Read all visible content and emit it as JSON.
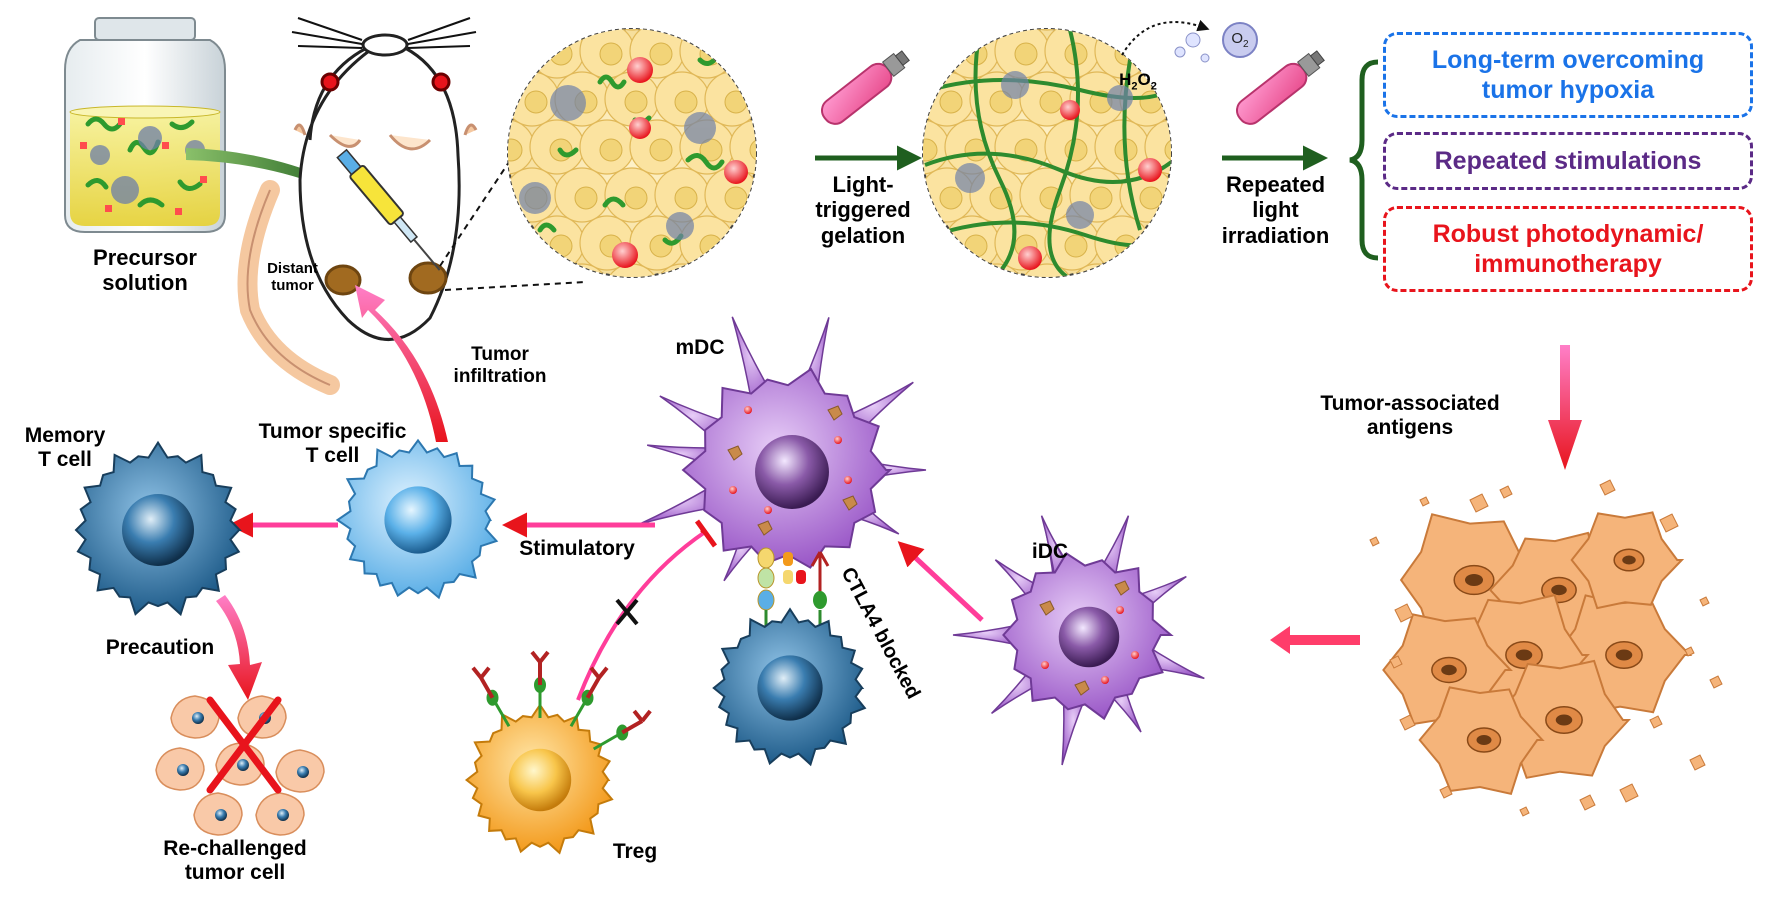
{
  "labels": {
    "precursor": [
      "Precursor",
      "solution"
    ],
    "distant": [
      "Distant",
      "tumor"
    ],
    "light_triggered": [
      "Light-",
      "triggered",
      "gelation"
    ],
    "repeated": [
      "Repeated",
      "light",
      "irradiation"
    ],
    "h2o2": "H2O2",
    "o2": "O2",
    "tumor_infiltration": [
      "Tumor",
      "infiltration"
    ],
    "mdc": "mDC",
    "memory": [
      "Memory",
      "T cell"
    ],
    "tumor_specific": [
      "Tumor specific",
      "T cell"
    ],
    "stimulatory": "Stimulatory",
    "ctla4": "CTLA4 blocked",
    "idc": "iDC",
    "tumor_antigens": [
      "Tumor-associated",
      "antigens"
    ],
    "precaution": "Precaution",
    "rechallenged": [
      "Re-challenged",
      "tumor cell"
    ],
    "treg": "Treg"
  },
  "outcomes": [
    {
      "lines": [
        "Long-term overcoming",
        "tumor hypoxia"
      ],
      "color": "#1a73e8"
    },
    {
      "lines": [
        "Repeated stimulations"
      ],
      "color": "#5b2a86"
    },
    {
      "lines": [
        "Robust photodynamic/",
        "immunotherapy"
      ],
      "color": "#e8141c"
    }
  ],
  "colors": {
    "gel": "#2e8b2e",
    "arrow_dark": "#1f5f1f",
    "pink": "#ff3d9a",
    "red": "#e8141c",
    "dc": "#9b59c8",
    "tcell": "#4a9fd8",
    "memory": "#2d6e9e",
    "treg": "#f7a531",
    "tumor": "#f3a263"
  }
}
